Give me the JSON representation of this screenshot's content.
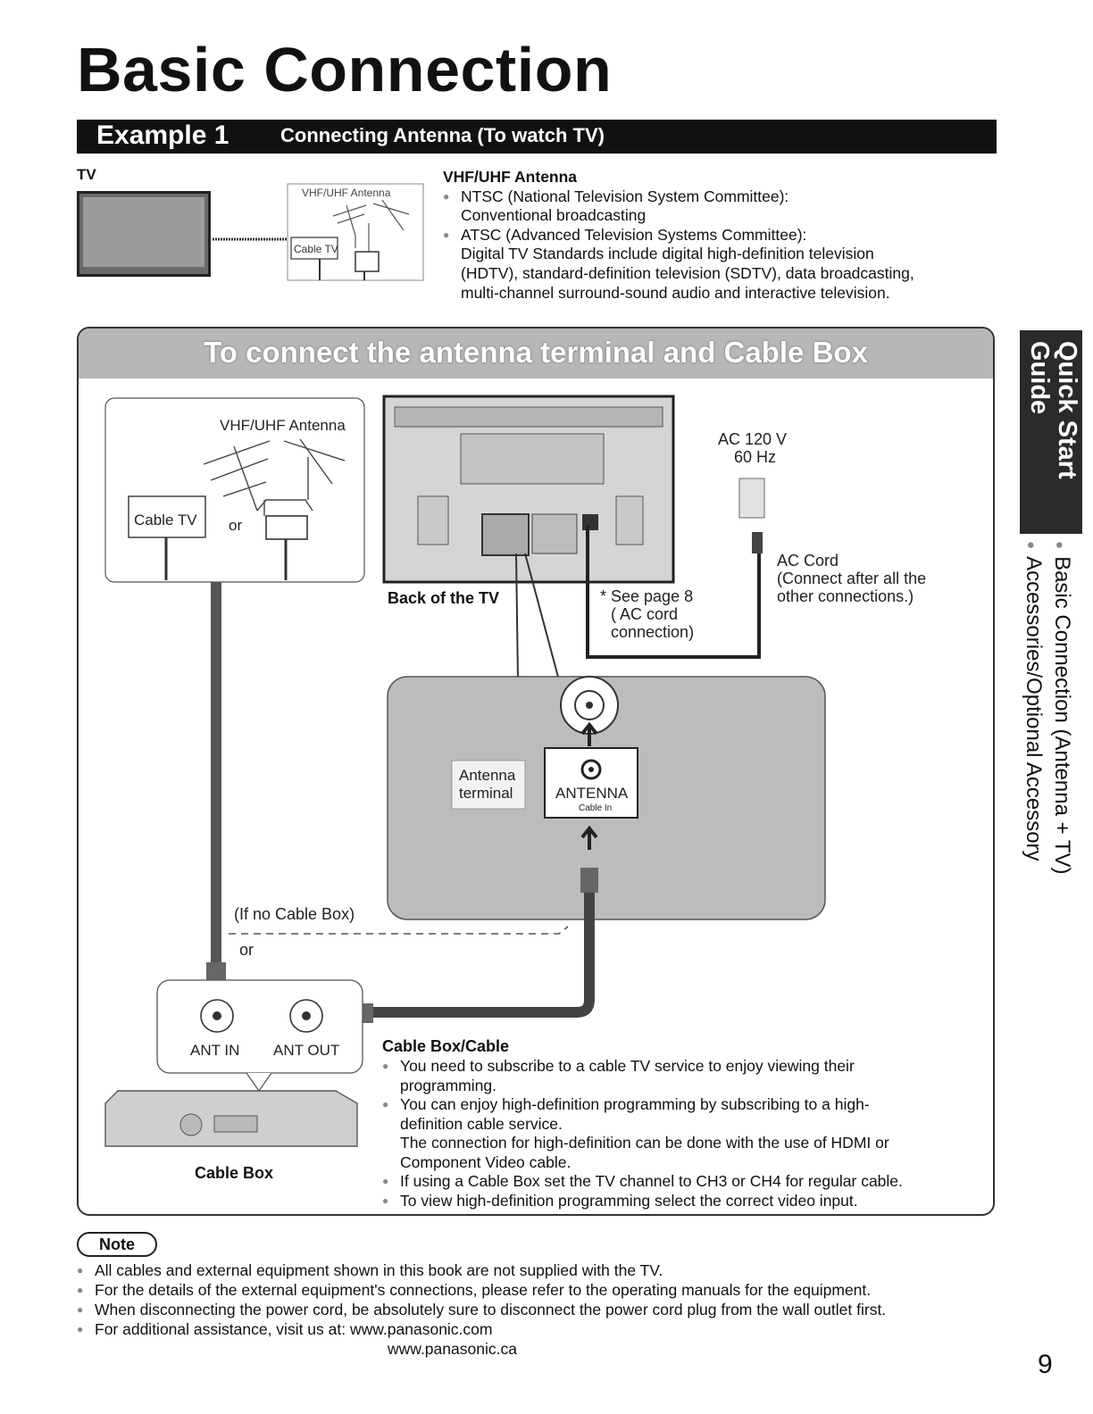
{
  "page": {
    "title": "Basic Connection",
    "page_number": "9"
  },
  "example": {
    "label": "Example 1",
    "title": "Connecting Antenna (To watch TV)"
  },
  "top_diagram": {
    "tv_label": "TV",
    "antenna_label": "VHF/UHF Antenna",
    "cable_tv_label": "Cable TV"
  },
  "antenna_info": {
    "heading": "VHF/UHF Antenna",
    "items": [
      {
        "first": "NTSC (National Television System Committee):",
        "rest": [
          "Conventional broadcasting"
        ]
      },
      {
        "first": "ATSC (Advanced Television Systems Committee):",
        "rest": [
          "Digital TV Standards include digital high-definition television",
          "(HDTV), standard-definition television (SDTV), data broadcasting,",
          "multi-channel surround-sound audio and interactive television."
        ]
      }
    ]
  },
  "main": {
    "header": "To connect the antenna terminal and Cable Box",
    "antenna_box": {
      "antenna_label": "VHF/UHF Antenna",
      "cable_tv_label": "Cable TV",
      "or_label": "or"
    },
    "back_of_tv": "Back of the TV",
    "ac_power": {
      "voltage": "AC 120 V",
      "freq": "60 Hz"
    },
    "ac_cord": {
      "title": "AC Cord",
      "line1": "(Connect after all the",
      "line2": "other connections.)"
    },
    "see_page": {
      "line1": "* See page 8",
      "line2": "( AC cord",
      "line3": "connection)"
    },
    "antenna_terminal": {
      "line1": "Antenna",
      "line2": "terminal"
    },
    "antenna_jack": {
      "label": "ANTENNA",
      "sub": "Cable In"
    },
    "if_no_cable_box": "(If no Cable Box)",
    "or_label": "or",
    "ant_in": "ANT IN",
    "ant_out": "ANT OUT",
    "cable_box_label": "Cable Box"
  },
  "cable_info": {
    "heading": "Cable Box/Cable",
    "items": [
      {
        "first": "You need to subscribe to a cable TV service to enjoy viewing their",
        "rest": [
          "programming."
        ]
      },
      {
        "first": "You can enjoy high-definition programming by subscribing to a high-",
        "rest": [
          "definition cable service.",
          "The connection for high-definition can be done with the use of HDMI or",
          "Component Video cable."
        ]
      },
      {
        "first": "If using a Cable Box set the TV channel to CH3 or CH4 for regular cable.",
        "rest": []
      },
      {
        "first": "To view high-definition programming select the correct video input.",
        "rest": []
      }
    ]
  },
  "side": {
    "tab_line1": "Quick Start",
    "tab_line2": "Guide",
    "nav1": "Basic Connection (Antenna + TV)",
    "nav2": "Accessories/Optional Accessory"
  },
  "note": {
    "badge": "Note",
    "items": [
      "All cables and external equipment shown in this book are not supplied with the TV.",
      "For the details of the external equipment's connections, please refer to the operating manuals for the equipment.",
      "When disconnecting the power cord, be absolutely sure to disconnect the power cord plug from the wall outlet first.",
      "For additional assistance, visit us at:  www.panasonic.com"
    ],
    "url2": "www.panasonic.ca"
  }
}
